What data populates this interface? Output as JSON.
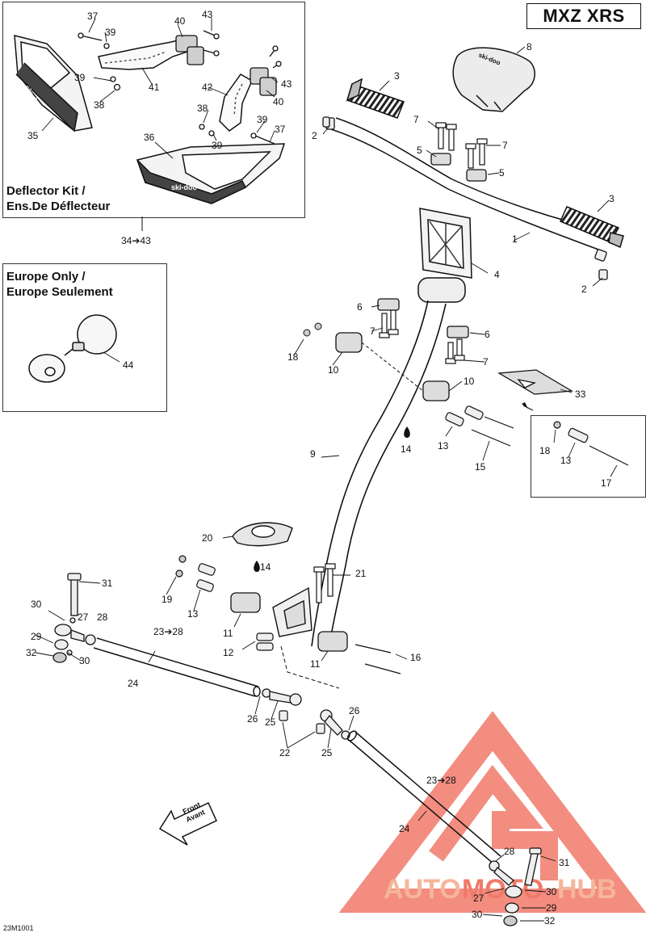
{
  "model": "MXZ XRS",
  "drawing_code": "23M1001",
  "deflector_kit": {
    "title_line1": "Deflector Kit /",
    "title_line2": "Ens.De Déflecteur",
    "range_label": "34➔43",
    "brand": "ski-doo"
  },
  "europe_only": {
    "title_line1": "Europe Only /",
    "title_line2": "Europe Seulement"
  },
  "front_arrow": {
    "line1": "Front",
    "line2": "Avant"
  },
  "grip_logo": "ski-doo",
  "watermark": {
    "part1": "AUTO",
    "part2": "MOTO",
    "part3": "HUB"
  },
  "colors": {
    "line": "#111111",
    "watermark": "#f07a6a",
    "watermark_light": "#f6b59a"
  },
  "callouts": [
    "1",
    "2",
    "2",
    "3",
    "3",
    "4",
    "5",
    "5",
    "6",
    "6",
    "7",
    "7",
    "7",
    "7",
    "8",
    "9",
    "10",
    "10",
    "11",
    "11",
    "12",
    "13",
    "13",
    "13",
    "14",
    "14",
    "15",
    "16",
    "17",
    "18",
    "18",
    "19",
    "20",
    "21",
    "22",
    "23➔28",
    "23➔28",
    "24",
    "24",
    "25",
    "25",
    "26",
    "26",
    "27",
    "27",
    "28",
    "28",
    "29",
    "29",
    "30",
    "30",
    "30",
    "30",
    "31",
    "31",
    "32",
    "32",
    "33",
    "35",
    "36",
    "37",
    "37",
    "38",
    "38",
    "39",
    "39",
    "39",
    "39",
    "40",
    "40",
    "41",
    "42",
    "43",
    "43",
    "44"
  ]
}
